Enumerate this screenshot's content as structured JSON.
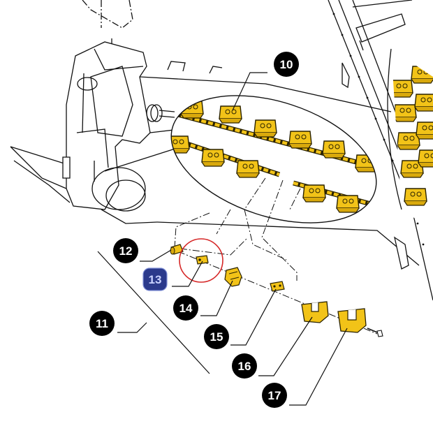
{
  "colors": {
    "part_fill": "#f2c318",
    "part_outline": "#2a2200",
    "line": "#111111",
    "callout_fill": "#000000",
    "callout_text": "#ffffff",
    "selected_fill": "#2b3a8c",
    "selected_text": "#c9d2ff",
    "highlight_ring": "#d62828"
  },
  "callouts": {
    "c10": "10",
    "c11": "11",
    "c12": "12",
    "c13": "13",
    "c14": "14",
    "c15": "15",
    "c16": "16",
    "c17": "17"
  },
  "selected_part": "13"
}
